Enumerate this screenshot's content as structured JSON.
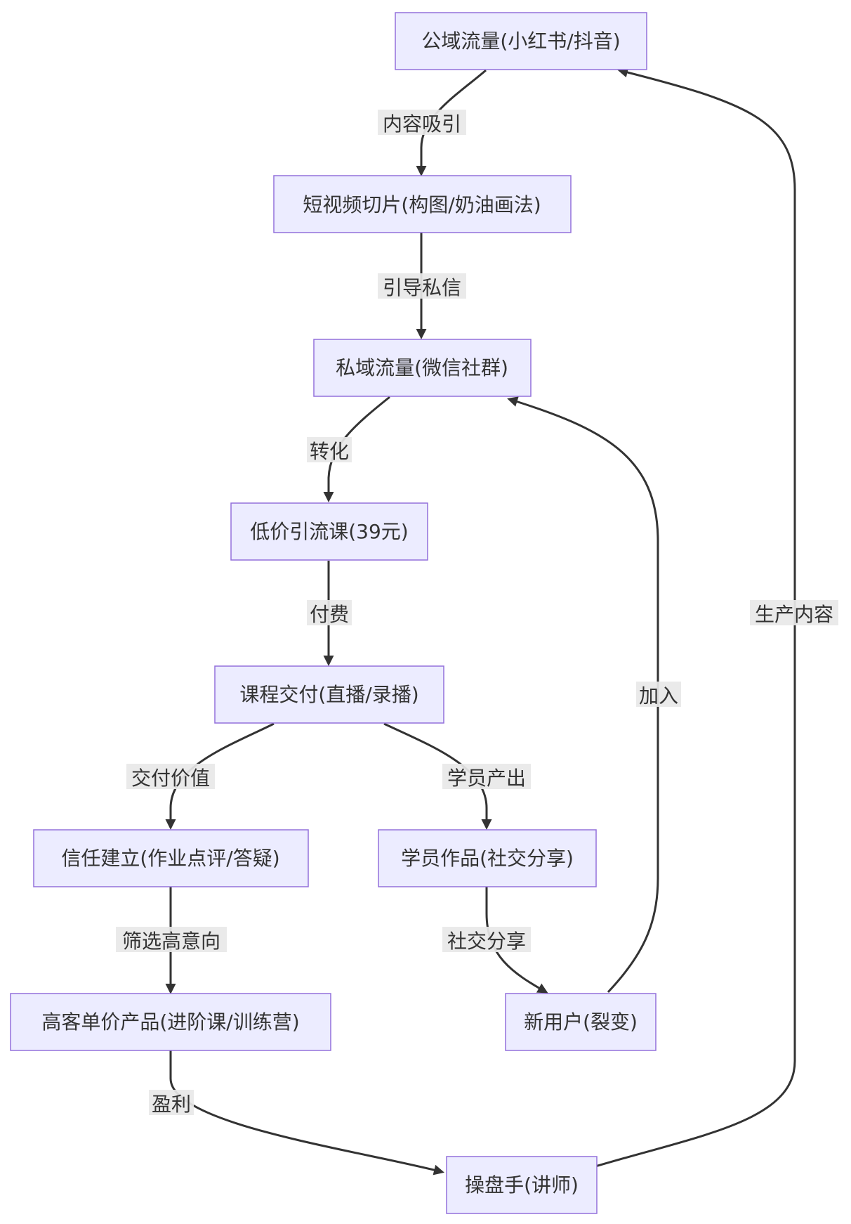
{
  "nodes": {
    "public_traffic": "公域流量(小红书/抖音)",
    "short_video": "短视频切片(构图/奶油画法)",
    "private_traffic": "私域流量(微信社群)",
    "low_price_course": "低价引流课(39元)",
    "course_delivery": "课程交付(直播/录播)",
    "trust_building": "信任建立(作业点评/答疑)",
    "student_works": "学员作品(社交分享)",
    "high_price_product": "高客单价产品(进阶课/训练营)",
    "new_users": "新用户(裂变)",
    "operator": "操盘手(讲师)"
  },
  "edges": {
    "content_attract": "内容吸引",
    "guide_dm": "引导私信",
    "convert": "转化",
    "pay": "付费",
    "deliver_value": "交付价值",
    "student_output": "学员产出",
    "filter_intent": "筛选高意向",
    "social_share": "社交分享",
    "profit": "盈利",
    "join": "加入",
    "produce_content": "生产内容"
  },
  "colors": {
    "node_fill": "#ECECFF",
    "node_stroke": "#9370DB",
    "edge": "#333333",
    "label_bg": "#e8e8e8",
    "text": "#333333"
  }
}
